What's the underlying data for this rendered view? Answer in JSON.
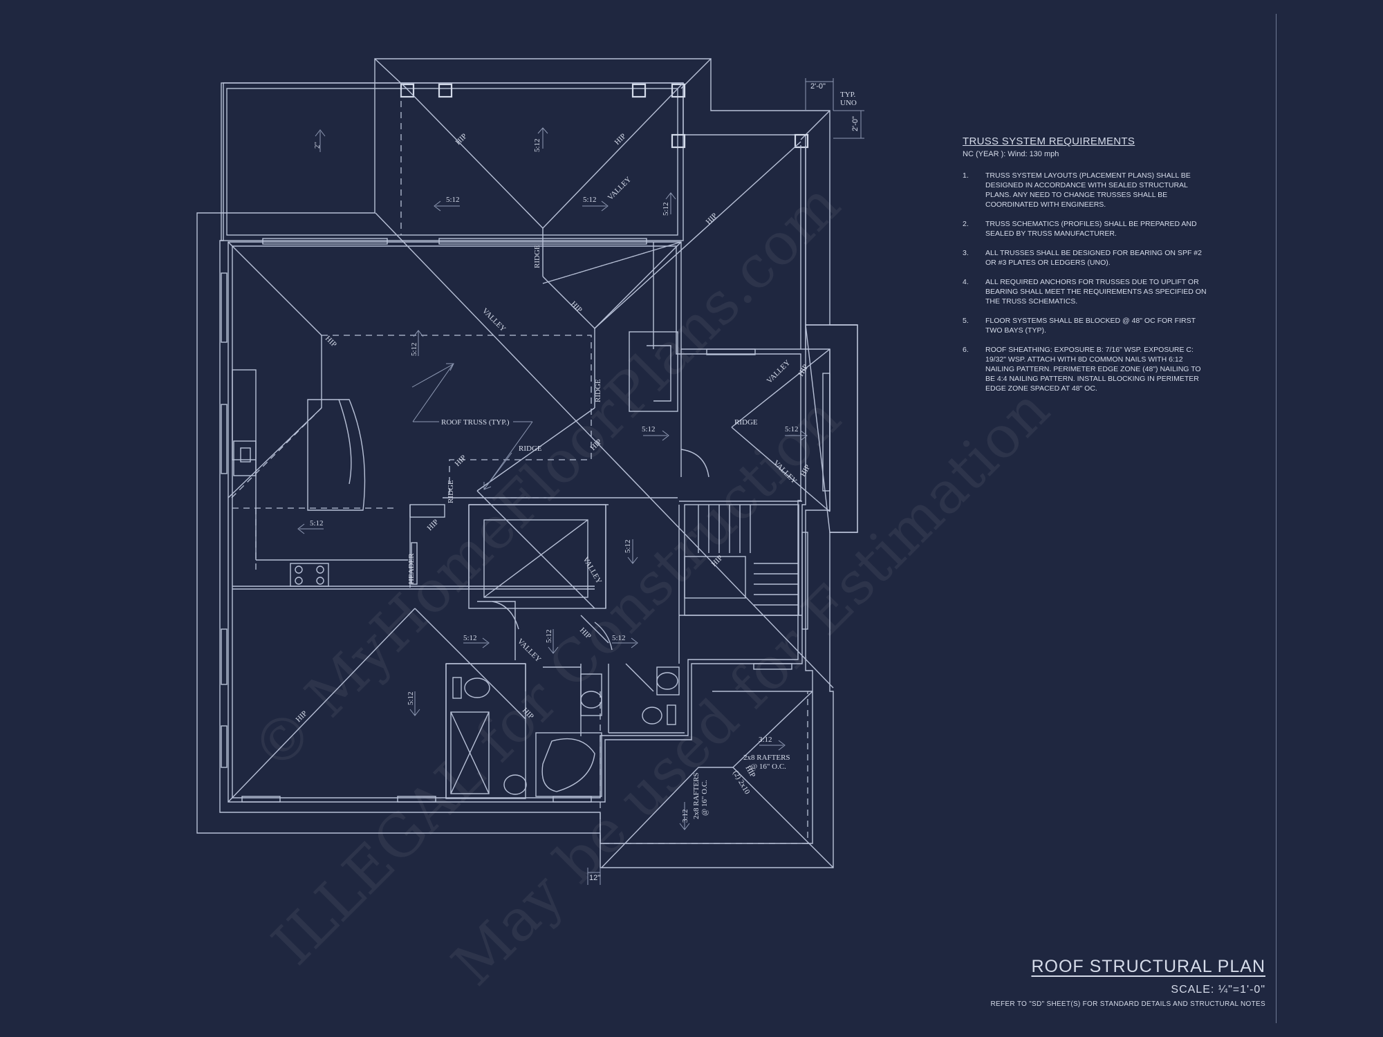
{
  "truss_notes": {
    "title": "TRUSS SYSTEM REQUIREMENTS",
    "subtitle": "NC (YEAR ): Wind: 130 mph",
    "items": [
      {
        "num": "1.",
        "text": "TRUSS SYSTEM LAYOUTS (PLACEMENT PLANS) SHALL BE DESIGNED IN ACCORDANCE WITH SEALED STRUCTURAL PLANS. ANY NEED TO CHANGE TRUSSES SHALL BE COORDINATED WITH ENGINEERS."
      },
      {
        "num": "2.",
        "text": "TRUSS SCHEMATICS (PROFILES) SHALL BE PREPARED AND SEALED BY TRUSS MANUFACTURER."
      },
      {
        "num": "3.",
        "text": "ALL TRUSSES SHALL BE DESIGNED FOR BEARING ON SPF #2 OR #3 PLATES OR LEDGERS (UNO)."
      },
      {
        "num": "4.",
        "text": "ALL REQUIRED ANCHORS FOR TRUSSES DUE TO UPLIFT OR BEARING SHALL MEET THE REQUIREMENTS AS SPECIFIED ON THE TRUSS SCHEMATICS."
      },
      {
        "num": "5.",
        "text": "FLOOR SYSTEMS SHALL BE BLOCKED @ 48\" OC FOR FIRST TWO BAYS (TYP)."
      },
      {
        "num": "6.",
        "text": "ROOF SHEATHING: EXPOSURE B: 7/16\" WSP. EXPOSURE C: 19/32\" WSP. ATTACH WITH 8d COMMON NAILS WITH 6:12 NAILING PATTERN. PERIMETER EDGE ZONE (48\") NAILING TO BE 4:4 NAILING PATTERN. INSTALL BLOCKING IN PERIMETER EDGE ZONE SPACED AT 48\" OC."
      }
    ]
  },
  "title_block": {
    "title": "ROOF STRUCTURAL PLAN",
    "scale": "SCALE: ¼\"=1'-0\"",
    "reference": "REFER TO \"SD\" SHEET(S) FOR STANDARD DETAILS AND STRUCTURAL NOTES"
  },
  "plan_labels": {
    "hip": "HIP",
    "ridge": "RIDGE",
    "valley": "VALLEY",
    "pitch_512": "5:12",
    "pitch_312": "3:12",
    "two_in": "2\"",
    "roof_truss": "ROOF TRUSS (TYP.)",
    "dim_2_0_a": "2'-0\"",
    "dim_2_0_b": "2'-0\"",
    "typ_uno_1": "TYP.",
    "typ_uno_2": "UNO",
    "rafters_1": "2x8 RAFTERS",
    "rafters_2": "@ 16\" O.C.",
    "rafters_v1": "2x8 RAFTERS",
    "rafters_v2": "@ 16\" O.C.",
    "hip_2x10_1": "HIP",
    "hip_2x10_2": "(2) 2x10",
    "dim_12": "12\"",
    "header_label": "HEADER"
  },
  "watermark": {
    "line1": "© MyHomeFloorPlans.com",
    "line2": "ILLEGAL for Construction",
    "line3": "May be used for Estimation"
  }
}
